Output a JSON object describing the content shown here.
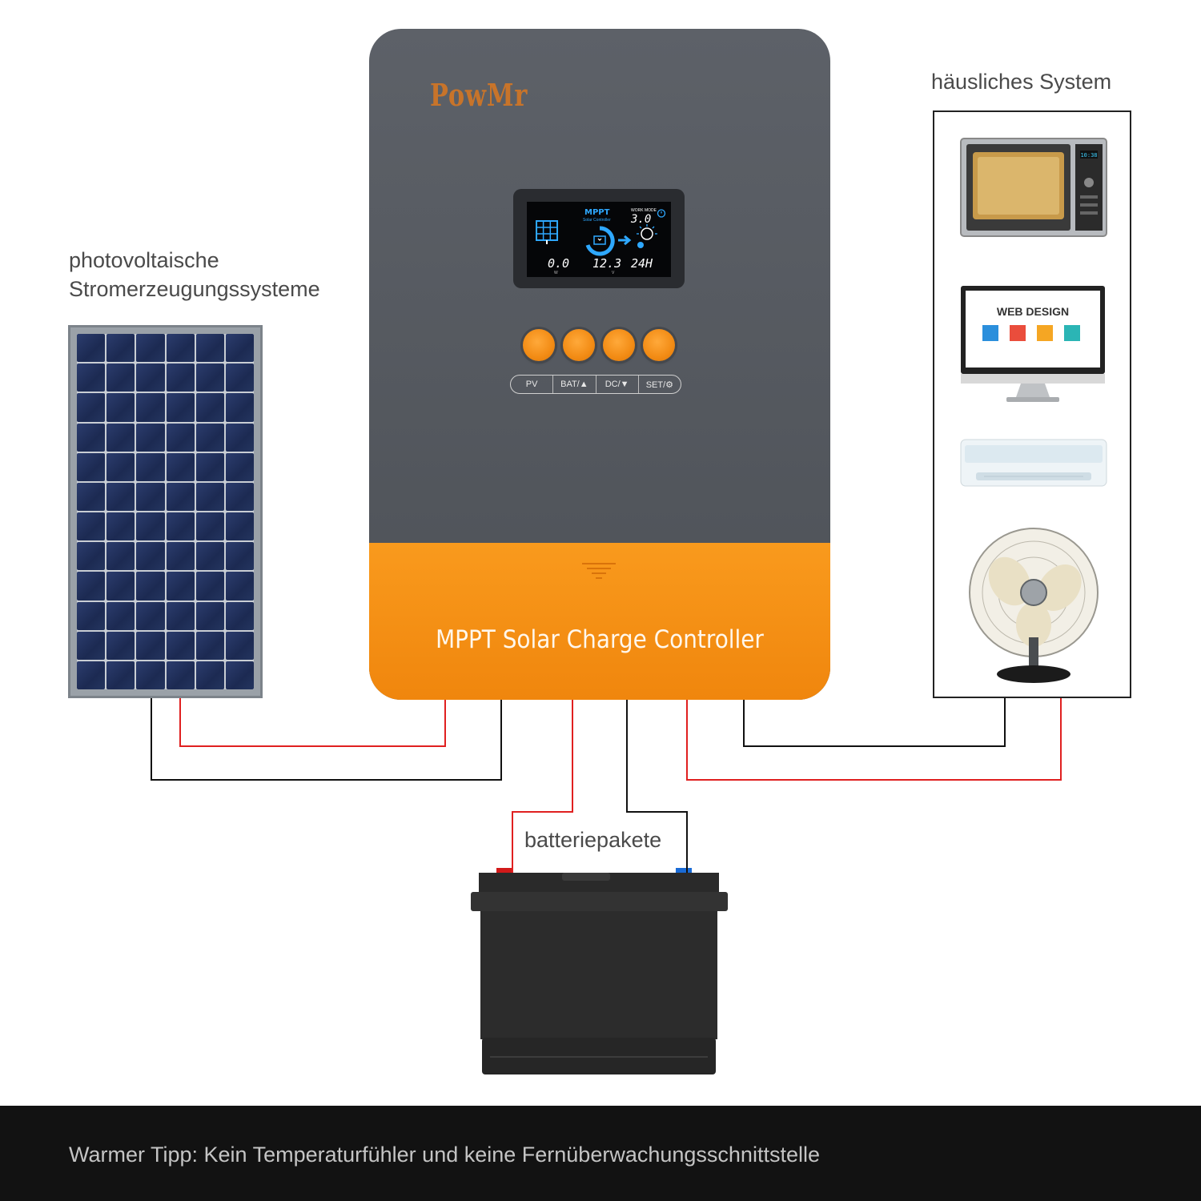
{
  "labels": {
    "pv_line1": "photovoltaische",
    "pv_line2": "Stromerzeugungssysteme",
    "home_system": "häusliches System",
    "battery": "batteriepakete"
  },
  "controller": {
    "brand": "PowMr",
    "title": "MPPT Solar Charge Controller",
    "display": {
      "header": "MPPT",
      "subheader": "Solar Controller",
      "mode_label": "WORK MODE",
      "mode_value": "3.0",
      "pv_value": "0.0",
      "pv_unit": "W",
      "battery_value": "12.3",
      "battery_unit": "V",
      "load_value": "24H"
    },
    "buttons": [
      {
        "label": "PV"
      },
      {
        "label": "BAT/▲"
      },
      {
        "label": "DC/▼"
      },
      {
        "label": "SET/⚙"
      }
    ]
  },
  "appliances": {
    "monitor_text": "WEB DESIGN",
    "microwave_time": "10:38"
  },
  "footer": {
    "text": "Warmer Tipp: Kein Temperaturfühler und keine Fernüberwachungsschnittstelle"
  },
  "colors": {
    "controller_body": "#55595f",
    "controller_accent": "#f5901a",
    "wire_positive": "#e02020",
    "wire_negative": "#111111",
    "footer_bg": "#121212"
  }
}
